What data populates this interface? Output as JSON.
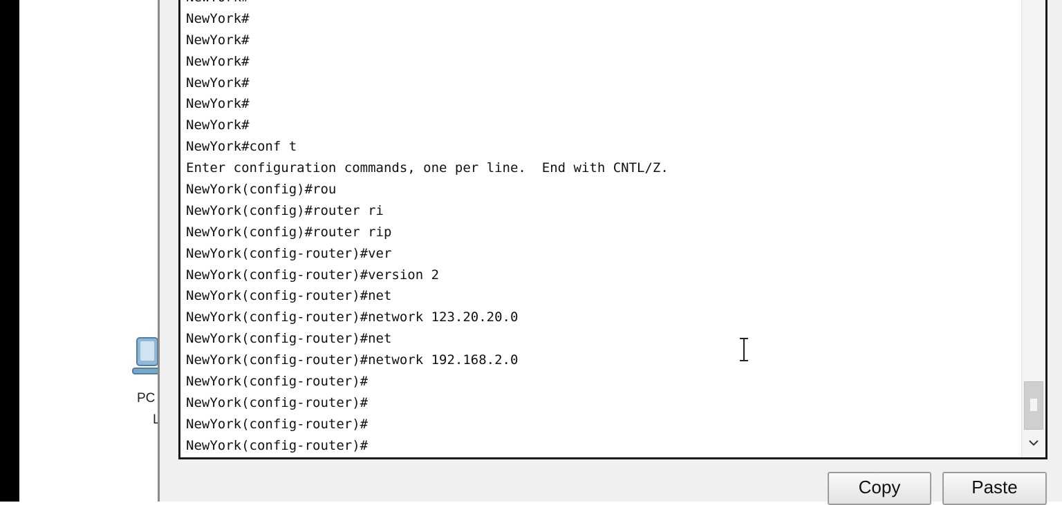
{
  "desktop": {
    "pc_label_line1": "PC",
    "pc_label_line2": "L"
  },
  "terminal": {
    "lines": [
      "NewYork#",
      "NewYork#",
      "NewYork#",
      "NewYork#",
      "NewYork#",
      "NewYork#",
      "NewYork#",
      "NewYork#conf t",
      "Enter configuration commands, one per line.  End with CNTL/Z.",
      "NewYork(config)#rou",
      "NewYork(config)#router ri",
      "NewYork(config)#router rip",
      "NewYork(config-router)#ver",
      "NewYork(config-router)#version 2",
      "NewYork(config-router)#net",
      "NewYork(config-router)#network 123.20.20.0",
      "NewYork(config-router)#net",
      "NewYork(config-router)#network 192.168.2.0",
      "NewYork(config-router)#",
      "NewYork(config-router)#",
      "NewYork(config-router)#",
      "NewYork(config-router)#"
    ]
  },
  "buttons": {
    "copy_label": "Copy",
    "paste_label": "Paste"
  },
  "icons": {
    "pc": "pc-icon",
    "scroll_down": "chevron-down-icon",
    "cursor": "text-cursor-icon"
  }
}
